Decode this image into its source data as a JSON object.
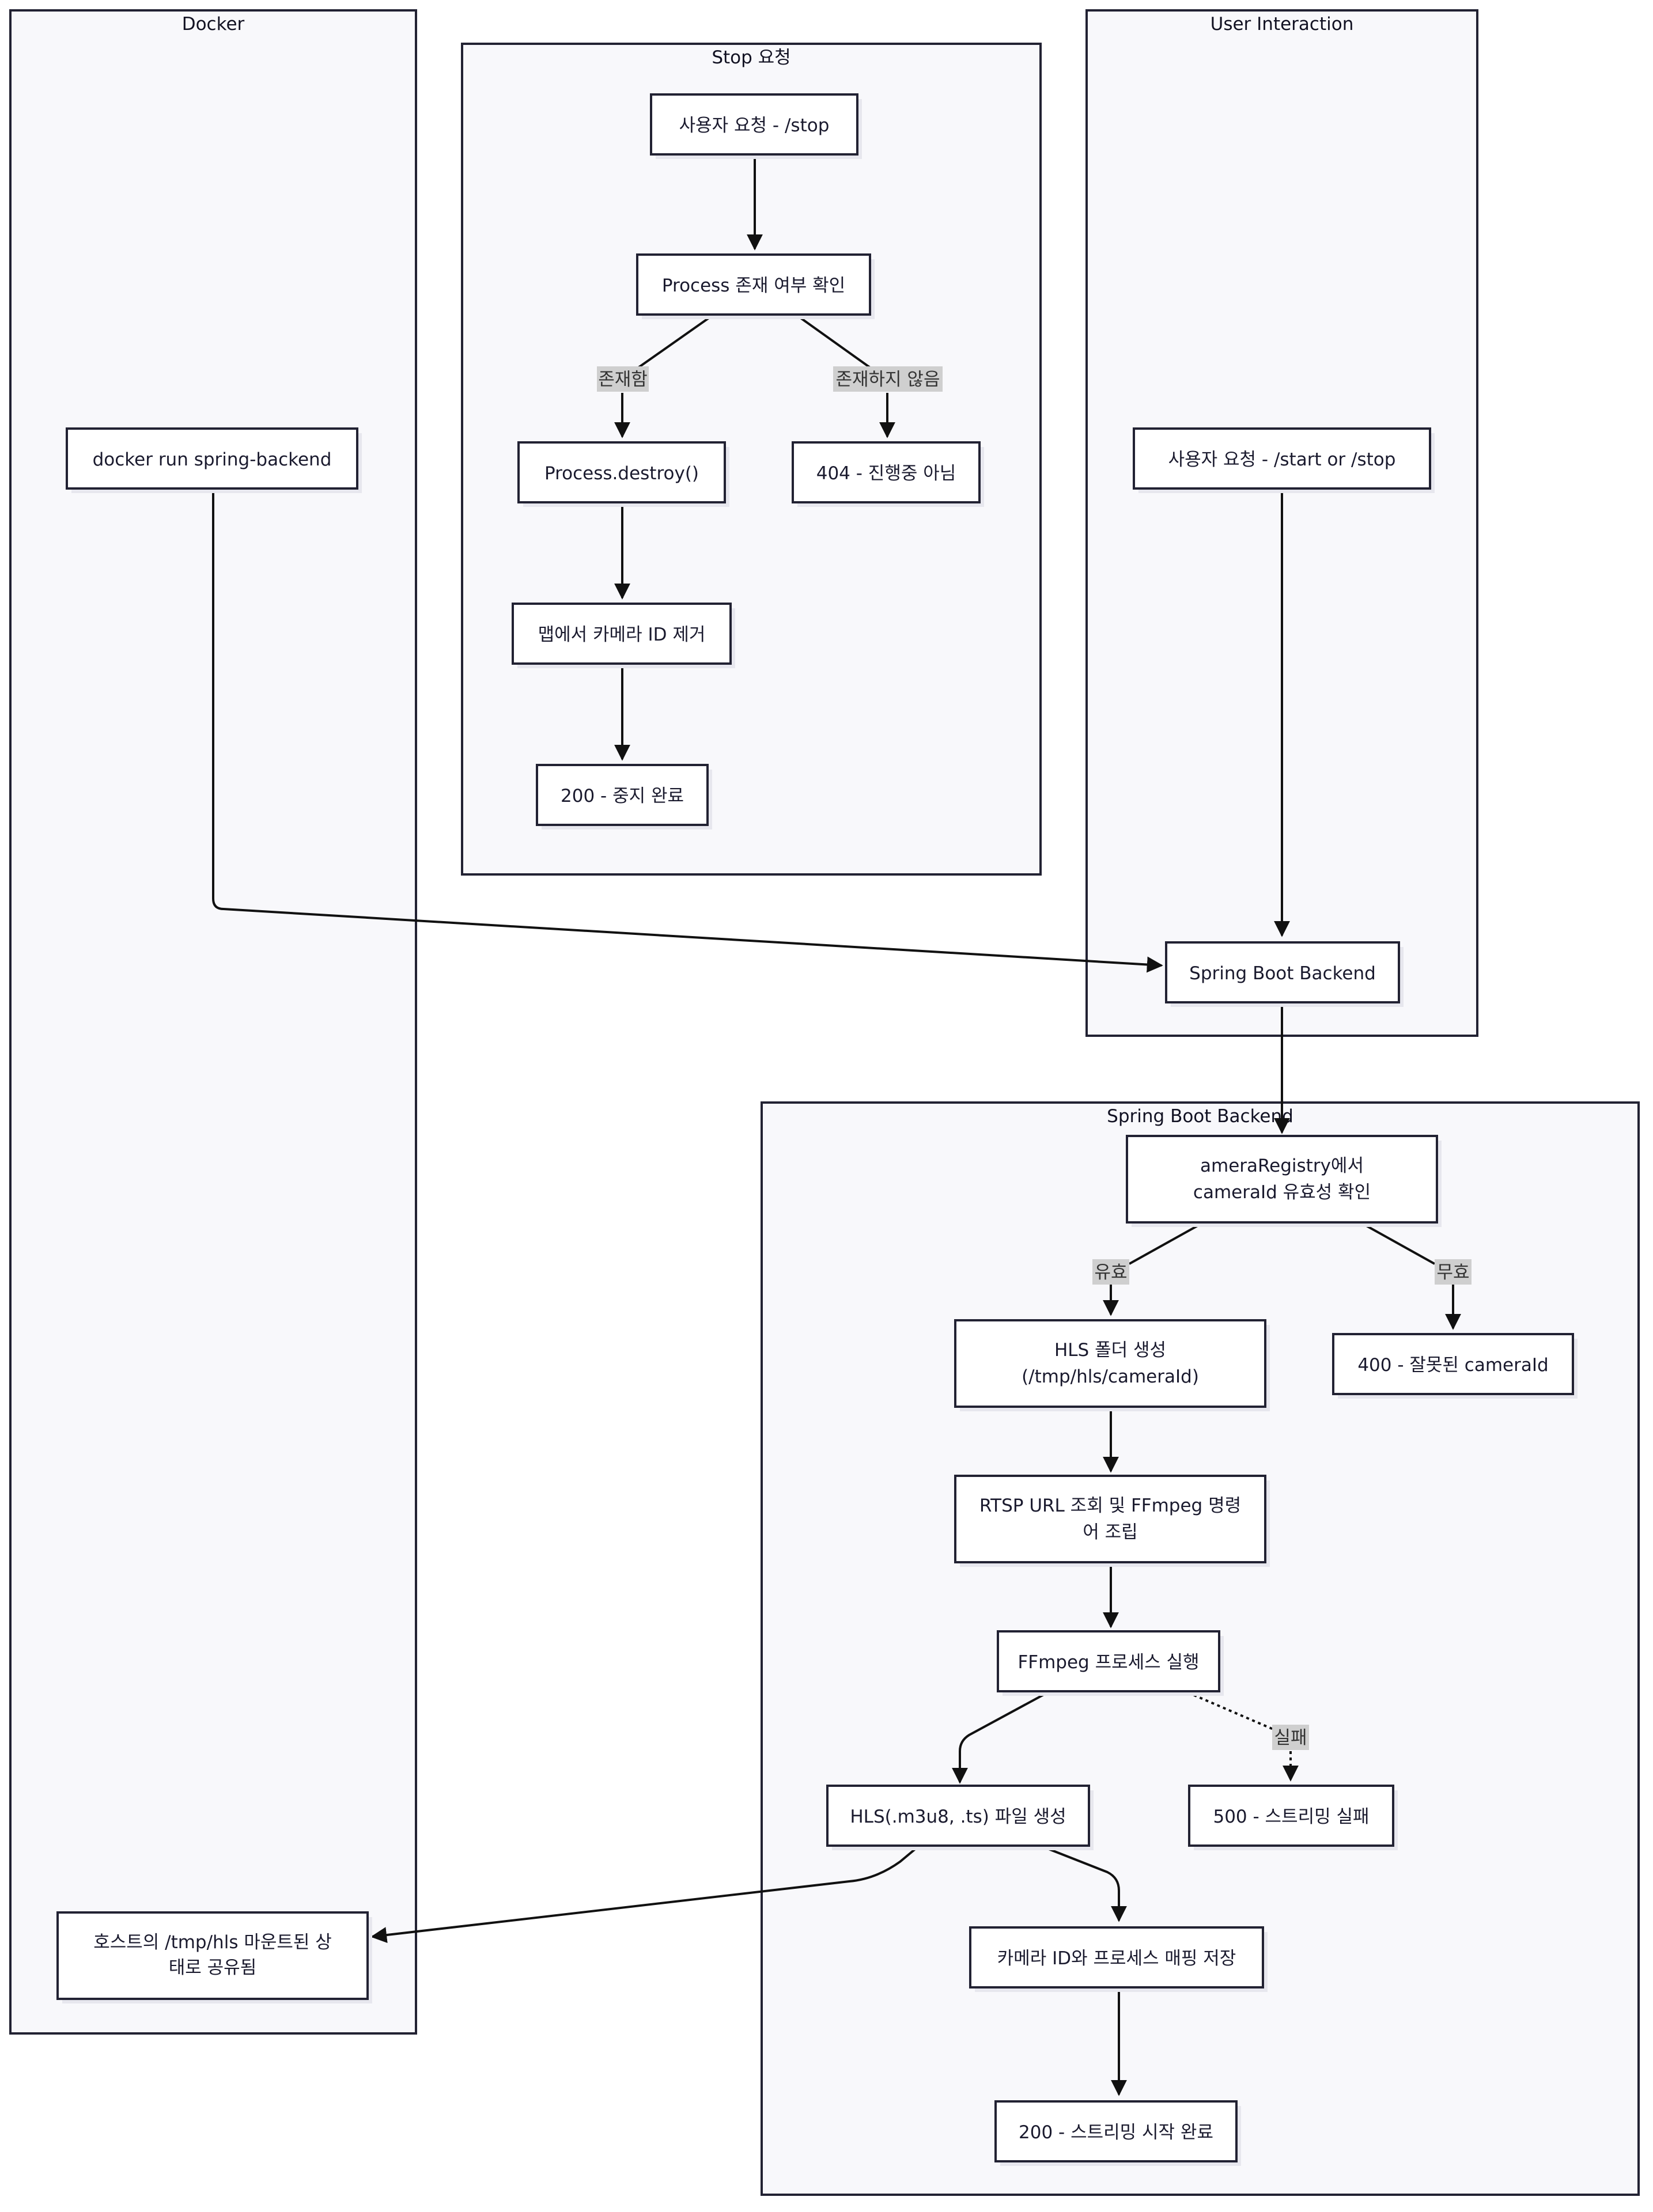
{
  "clusters": {
    "docker": "Docker",
    "stop": "Stop 요청",
    "user": "User Interaction",
    "spring": "Spring Boot Backend"
  },
  "nodes": {
    "docker_run": "docker run spring-backend",
    "host_mount_1": "호스트의 /tmp/hls 마운트된 상",
    "host_mount_2": "태로 공유됨",
    "stop_request": "사용자 요청 - /stop",
    "process_check": "Process 존재 여부 확인",
    "process_destroy": "Process.destroy()",
    "not_running": "404 - 진행중 아님",
    "remove_camera": "맵에서 카메라 ID 제거",
    "stop_done": "200 - 중지 완료",
    "user_request": "사용자 요청 - /start or /stop",
    "spring_backend": "Spring Boot Backend",
    "registry_check_1": "ameraRegistry에서",
    "registry_check_2": "cameraId 유효성 확인",
    "hls_folder_1": "HLS 폴더 생성",
    "hls_folder_2": "(/tmp/hls/cameraId)",
    "invalid_camera": "400 - 잘못된 cameraId",
    "rtsp_lookup_1": "RTSP URL 조회 및 FFmpeg 명령",
    "rtsp_lookup_2": "어 조립",
    "ffmpeg_run": "FFmpeg 프로세스 실행",
    "hls_files": "HLS(.m3u8, .ts) 파일 생성",
    "stream_fail": "500 - 스트리밍 실패",
    "mapping_save": "카메라 ID와 프로세스 매핑 저장",
    "stream_done": "200 - 스트리밍 시작 완료"
  },
  "edge_labels": {
    "exists": "존재함",
    "not_exists": "존재하지 않음",
    "valid": "유효",
    "invalid": "무효",
    "fail": "실패"
  }
}
